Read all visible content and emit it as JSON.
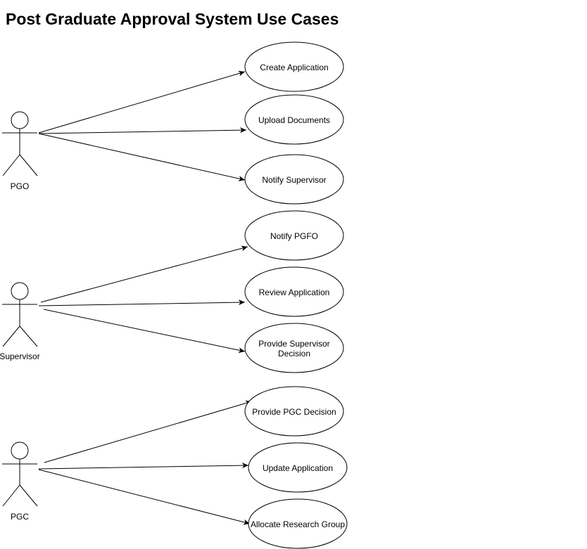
{
  "title": "Post Graduate Approval System Use Cases",
  "actors": [
    {
      "name": "PGO"
    },
    {
      "name": "Supervisor"
    },
    {
      "name": "PGC"
    }
  ],
  "use_cases": [
    {
      "lines": [
        "Create Application"
      ]
    },
    {
      "lines": [
        "Upload Documents"
      ]
    },
    {
      "lines": [
        "Notify Supervisor"
      ]
    },
    {
      "lines": [
        "Notify PGFO"
      ]
    },
    {
      "lines": [
        "Review Application"
      ]
    },
    {
      "lines": [
        "Provide Supervisor",
        "Decision"
      ]
    },
    {
      "lines": [
        "Provide PGC Decision"
      ]
    },
    {
      "lines": [
        "Update Application"
      ]
    },
    {
      "lines": [
        "Allocate Research Group"
      ]
    }
  ],
  "associations": [
    {
      "from": "PGO",
      "to": "Create Application"
    },
    {
      "from": "PGO",
      "to": "Upload Documents"
    },
    {
      "from": "PGO",
      "to": "Notify Supervisor"
    },
    {
      "from": "Supervisor",
      "to": "Notify PGFO"
    },
    {
      "from": "Supervisor",
      "to": "Review Application"
    },
    {
      "from": "Supervisor",
      "to": "Provide Supervisor Decision"
    },
    {
      "from": "PGC",
      "to": "Provide PGC Decision"
    },
    {
      "from": "PGC",
      "to": "Update Application"
    },
    {
      "from": "PGC",
      "to": "Allocate Research Group"
    }
  ]
}
